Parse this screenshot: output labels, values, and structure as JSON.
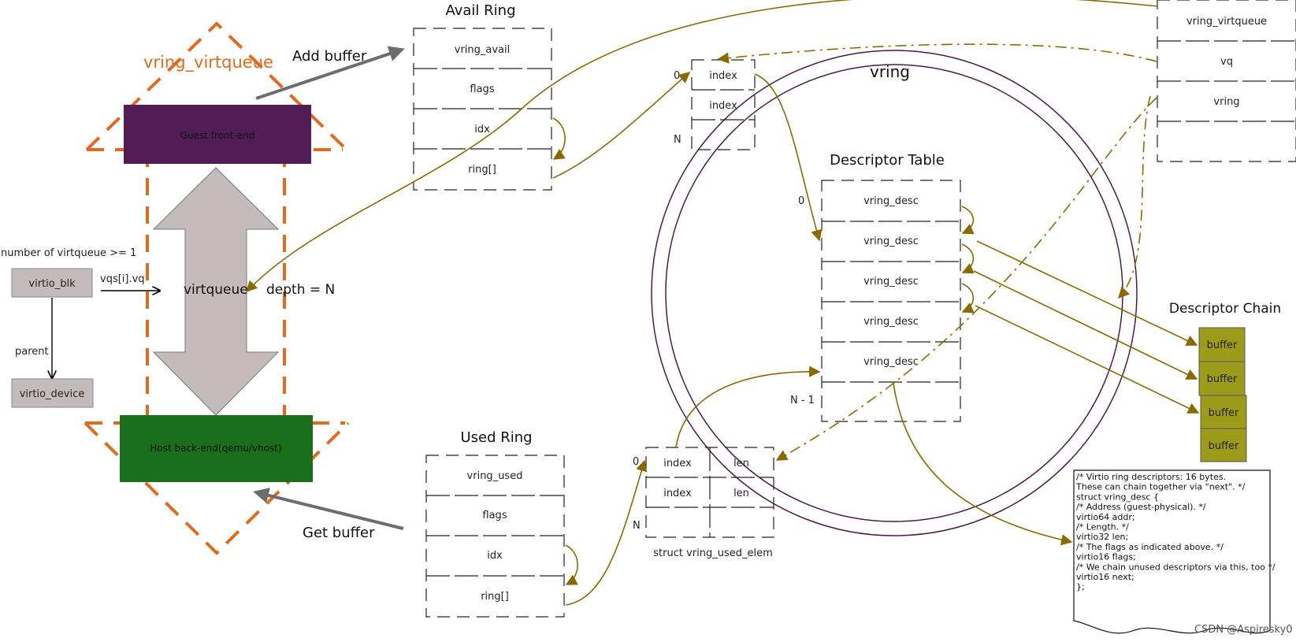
{
  "labels": {
    "vring_virtqueue_title": "vring_virtqueue",
    "add_buffer": "Add buffer",
    "get_buffer": "Get buffer",
    "guest_frontend": "Guest front-end",
    "host_backend": "Host back-end(qemu/vhost)",
    "virtqueue": "virtqueue",
    "depth": "depth = N",
    "num_virtqueue": "number of virtqueue >= 1",
    "virtio_blk": "virtio_blk",
    "vqs": "vqs[i].vq",
    "parent": "parent",
    "virtio_device": "virtio_device",
    "vring": "vring",
    "watermark": "CSDN @Aspiresky0"
  },
  "avail_ring": {
    "title": "Avail Ring",
    "rows": [
      "vring_avail",
      "flags",
      "idx",
      "ring[]"
    ]
  },
  "used_ring": {
    "title": "Used Ring",
    "rows": [
      "vring_used",
      "flags",
      "idx",
      "ring[]"
    ]
  },
  "avail_index": {
    "rows": [
      "index",
      "index"
    ],
    "label_0": "0",
    "label_n": "N"
  },
  "used_elem": {
    "rows": [
      [
        "index",
        "len"
      ],
      [
        "index",
        "len"
      ]
    ],
    "label_0": "0",
    "label_n": "N",
    "caption": "struct vring_used_elem"
  },
  "descriptor_table": {
    "title": "Descriptor Table",
    "rows": [
      "vring_desc",
      "vring_desc",
      "vring_desc",
      "vring_desc",
      "vring_desc"
    ],
    "label_0": "0",
    "label_n": "N - 1"
  },
  "descriptor_chain": {
    "title": "Descriptor Chain",
    "buffers": [
      "buffer",
      "buffer",
      "buffer",
      "buffer"
    ]
  },
  "vring_virtqueue_struct": {
    "rows": [
      "vring_virtqueue",
      "vq",
      "vring"
    ]
  },
  "code_note": [
    "/* Virtio ring descriptors: 16 bytes.",
    "   These can chain together via \"next\". */",
    "struct vring_desc {",
    "    /* Address (guest-physical). */",
    "        virtio64 addr;",
    "    /* Length. */",
    "        virtio32 len;",
    "    /* The flags as indicated above. */",
    "        virtio16 flags;",
    "    /* We chain unused descriptors via this, too */",
    "        virtio16 next;",
    "};"
  ],
  "colors": {
    "guest": "#521c54",
    "host": "#1b6e1b",
    "orange": "#e06a1e",
    "gold": "#8a6a00",
    "buffer": "#9c9c1a",
    "gray_box": "#c4bcbc",
    "ring_circle": "#4a1a4a"
  }
}
